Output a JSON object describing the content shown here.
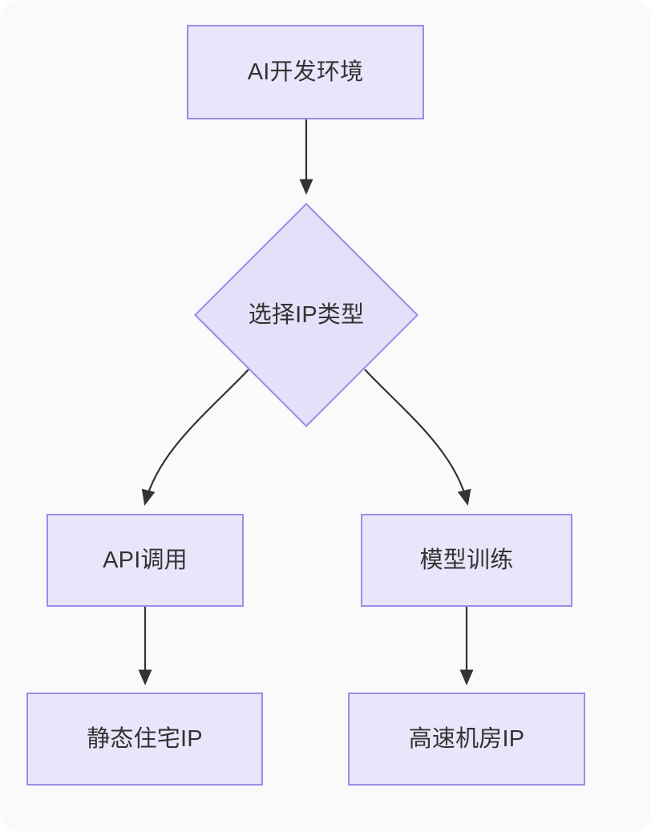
{
  "diagram": {
    "type": "flowchart",
    "direction": "top-to-bottom",
    "theme": {
      "canvas_background": "#FAFAFA",
      "page_background": "#FFFFFF",
      "node_fill": "#E8E6FB",
      "decision_fill": "#E3E1FA",
      "node_border": "#9B8CE8",
      "text_color": "#333333",
      "edge_color": "#333333"
    },
    "nodes": [
      {
        "id": "root",
        "shape": "rectangle",
        "label": "AI开发环境"
      },
      {
        "id": "decision",
        "shape": "diamond",
        "label": "选择IP类型"
      },
      {
        "id": "api",
        "shape": "rectangle",
        "label": "API调用"
      },
      {
        "id": "training",
        "shape": "rectangle",
        "label": "模型训练"
      },
      {
        "id": "static_ip",
        "shape": "rectangle",
        "label": "静态住宅IP"
      },
      {
        "id": "datacenter",
        "shape": "rectangle",
        "label": "高速机房IP"
      }
    ],
    "edges": [
      {
        "from": "root",
        "to": "decision",
        "style": "straight",
        "label": "",
        "arrow": "end"
      },
      {
        "from": "decision",
        "to": "api",
        "style": "curved",
        "label": "",
        "arrow": "end"
      },
      {
        "from": "decision",
        "to": "training",
        "style": "curved",
        "label": "",
        "arrow": "end"
      },
      {
        "from": "api",
        "to": "static_ip",
        "style": "straight",
        "label": "",
        "arrow": "end"
      },
      {
        "from": "training",
        "to": "datacenter",
        "style": "straight",
        "label": "",
        "arrow": "end"
      }
    ]
  }
}
